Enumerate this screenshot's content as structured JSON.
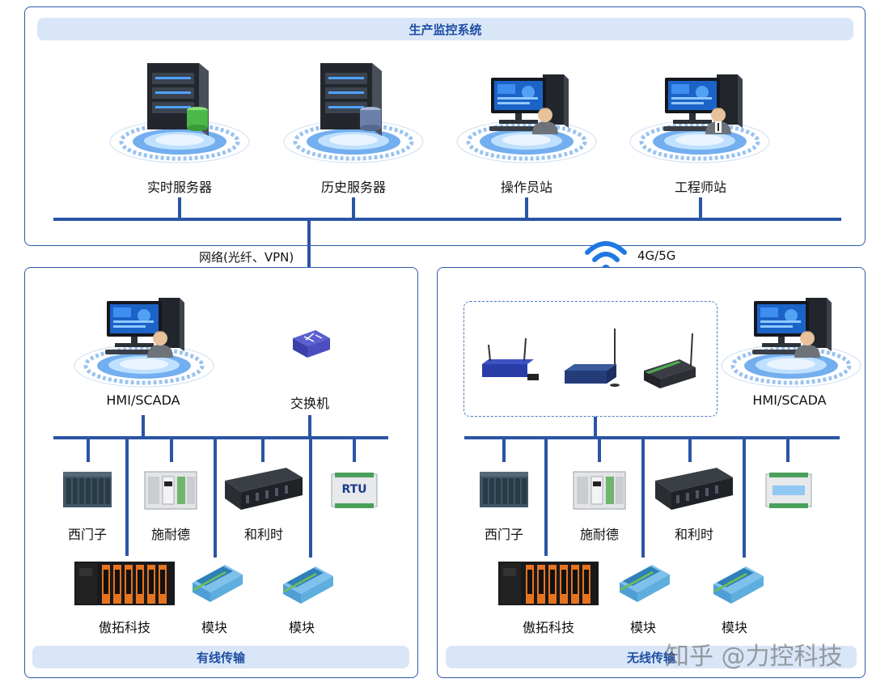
{
  "top_panel": {
    "title": "生产监控系统",
    "nodes": [
      {
        "label": "实时服务器",
        "icon": "server-icon"
      },
      {
        "label": "历史服务器",
        "icon": "server-icon"
      },
      {
        "label": "操作员站",
        "icon": "workstation-icon"
      },
      {
        "label": "工程师站",
        "icon": "workstation-icon"
      }
    ]
  },
  "network_label": "网络(光纤、VPN)",
  "wireless_label": "4G/5G",
  "left_panel": {
    "title": "有线传输",
    "hmi_label": "HMI/SCADA",
    "switch_label": "交换机",
    "row1": [
      {
        "label": "西门子",
        "icon": "siemens-plc-icon"
      },
      {
        "label": "施耐德",
        "icon": "schneider-plc-icon"
      },
      {
        "label": "和利时",
        "icon": "hollysys-plc-icon"
      },
      {
        "label": "",
        "icon": "rtu-icon",
        "badge": "RTU"
      }
    ],
    "row2": [
      {
        "label": "傲拓科技",
        "icon": "rack-controller-icon"
      },
      {
        "label": "模块",
        "icon": "io-module-icon"
      },
      {
        "label": "模块",
        "icon": "io-module-icon"
      }
    ]
  },
  "right_panel": {
    "title": "无线传输",
    "hmi_label": "HMI/SCADA",
    "gateways": [
      "router-icon",
      "dtu-icon",
      "gateway-icon"
    ],
    "row1": [
      {
        "label": "西门子",
        "icon": "siemens-plc-icon"
      },
      {
        "label": "施耐德",
        "icon": "schneider-plc-icon"
      },
      {
        "label": "和利时",
        "icon": "hollysys-plc-icon"
      },
      {
        "label": "",
        "icon": "rtu-icon"
      }
    ],
    "row2": [
      {
        "label": "傲拓科技",
        "icon": "rack-controller-icon"
      },
      {
        "label": "模块",
        "icon": "io-module-icon"
      },
      {
        "label": "模块",
        "icon": "io-module-icon"
      }
    ]
  },
  "watermark": "知乎 @力控科技",
  "colors": {
    "line": "#2a55a5",
    "banner_bg": "#d9e6f7",
    "banner_text": "#1f4ea3",
    "panel_border": "#2e5aa8"
  }
}
